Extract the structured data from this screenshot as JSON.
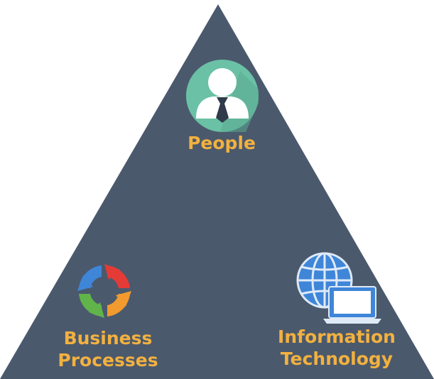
{
  "nodes": {
    "people": {
      "label": "People",
      "icon": "person-with-tie-icon"
    },
    "business": {
      "line1": "Business",
      "line2": "Processes",
      "icon": "cycle-arrows-icon"
    },
    "it": {
      "line1": "Information",
      "line2": "Technology",
      "icon": "globe-laptop-icon"
    }
  },
  "colors": {
    "triangle": "#4b596d",
    "label": "#f2b13f",
    "people_circle": "#6bc1a5",
    "globe": "#3f86d8"
  }
}
